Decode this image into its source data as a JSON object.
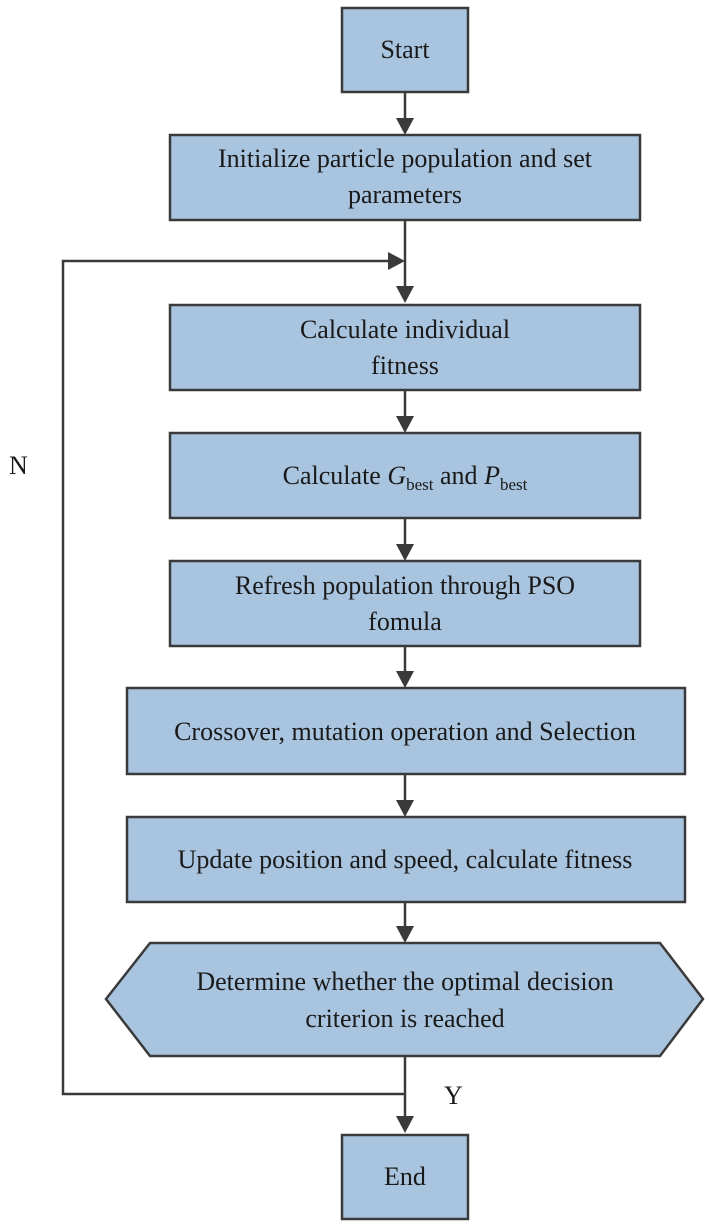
{
  "nodes": {
    "start": "Start",
    "init": [
      "Initialize particle population and set",
      "parameters"
    ],
    "fitness": [
      "Calculate individual",
      "fitness"
    ],
    "best": {
      "prefix": "Calculate ",
      "g": "G",
      "g_sub": "best",
      "mid": " and ",
      "p": "P",
      "p_sub": "best"
    },
    "refresh": [
      "Refresh population through PSO",
      "fomula"
    ],
    "crossover": "Crossover, mutation operation and Selection",
    "update": "Update position and speed, calculate fitness",
    "decision": [
      "Determine whether the optimal decision",
      "criterion is reached"
    ],
    "end": "End"
  },
  "edges": {
    "no_label": "N",
    "yes_label": "Y"
  },
  "colors": {
    "box_fill": "#a8c4df",
    "stroke": "#3a3a3a"
  }
}
